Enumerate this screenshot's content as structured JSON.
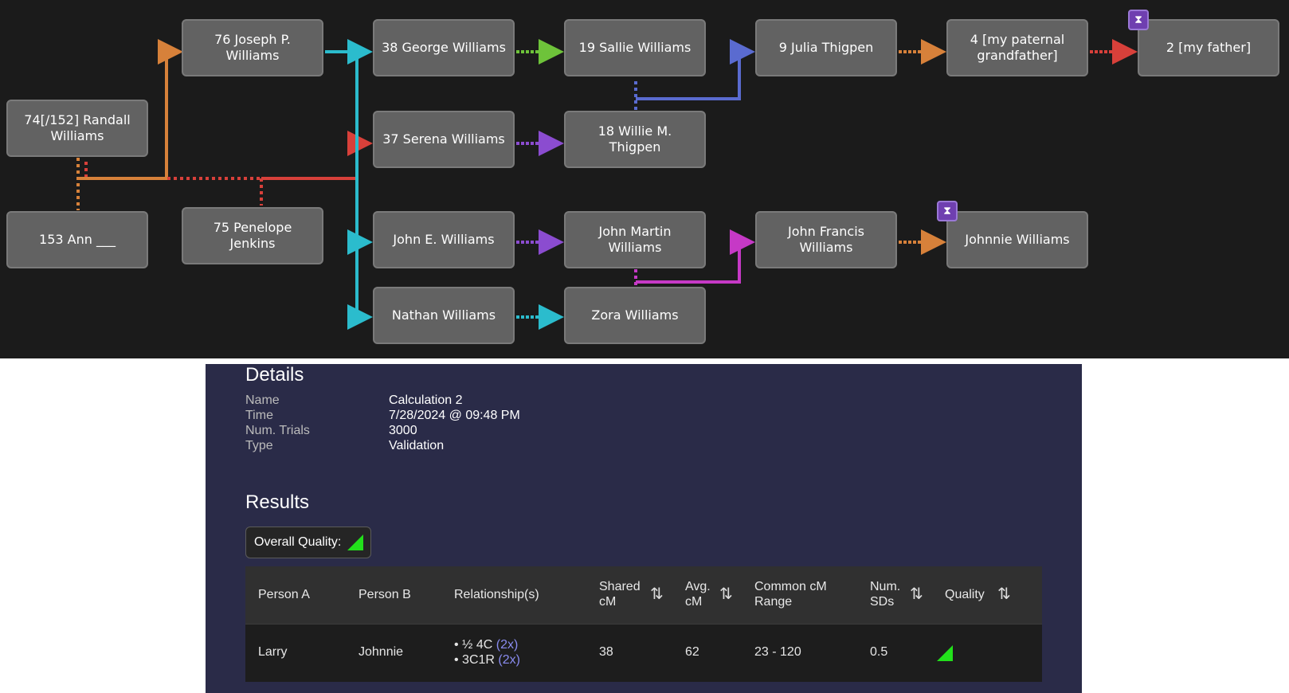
{
  "tree": {
    "nodes": {
      "randall": "74[/152] Randall Williams",
      "ann": "153 Ann ___",
      "joseph": "76 Joseph P. Williams",
      "penelope": "75 Penelope Jenkins",
      "george": "38 George Williams",
      "serena": "37 Serena Williams",
      "john_e": "John E. Williams",
      "nathan": "Nathan Williams",
      "sallie": "19 Sallie Williams",
      "willie": "18 Willie M. Thigpen",
      "john_martin": "John Martin Williams",
      "zora": "Zora Williams",
      "julia": "9 Julia Thigpen",
      "john_francis": "John Francis Williams",
      "grandfather": "4 [my paternal grandfather]",
      "johnnie": "Johnnie Williams",
      "father": "2 [my father]"
    },
    "dna_icon": "dna-hourglass-icon"
  },
  "details": {
    "heading": "Details",
    "rows": [
      {
        "label": "Name",
        "value": "Calculation 2"
      },
      {
        "label": "Time",
        "value": "7/28/2024 @ 09:48 PM"
      },
      {
        "label": "Num. Trials",
        "value": "3000"
      },
      {
        "label": "Type",
        "value": "Validation"
      }
    ]
  },
  "results": {
    "heading": "Results",
    "overall_quality_label": "Overall Quality:",
    "columns": {
      "person_a": "Person A",
      "person_b": "Person B",
      "relationships": "Relationship(s)",
      "shared_cm": "Shared cM",
      "avg_cm": "Avg. cM",
      "common_range": "Common cM Range",
      "num_sds": "Num. SDs",
      "quality": "Quality"
    },
    "row": {
      "person_a": "Larry",
      "person_b": "Johnnie",
      "relationships": [
        {
          "name": "½ 4C",
          "mult": "(2x)"
        },
        {
          "name": "3C1R",
          "mult": "(2x)"
        }
      ],
      "shared_cm": "38",
      "avg_cm": "62",
      "common_range": "23 - 120",
      "num_sds": "0.5"
    },
    "sort_icon": "sort-arrows-icon",
    "quality_color": "#22e01b"
  }
}
